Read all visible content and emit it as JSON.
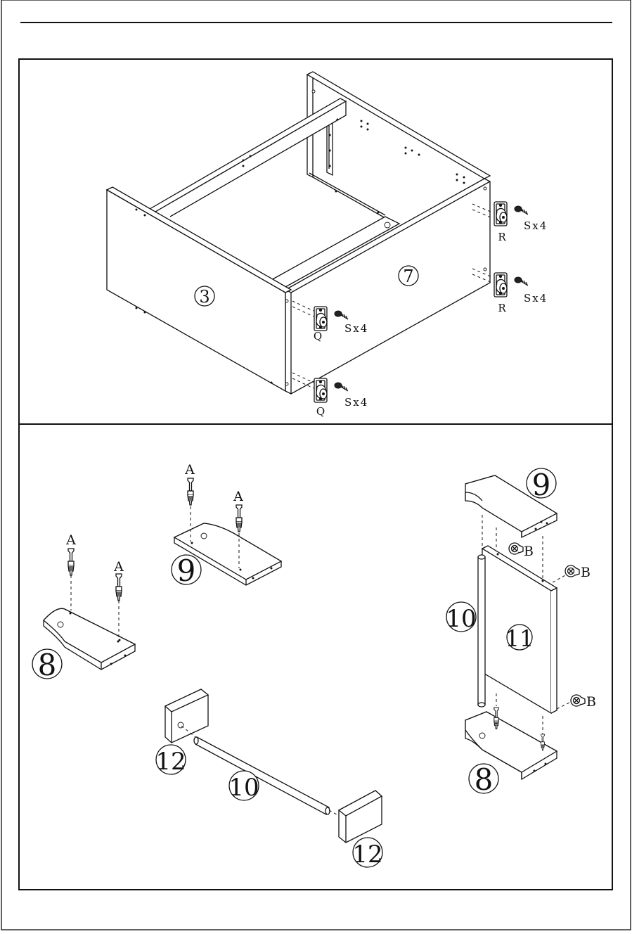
{
  "panel1": {
    "labels": {
      "part3": "3",
      "part7": "7",
      "caster_q": "Q",
      "caster_r": "R",
      "screw_qty": "Sx4"
    }
  },
  "panel2": {
    "labels": {
      "part8": "8",
      "part9": "9",
      "part10": "10",
      "part11": "11",
      "part12": "12",
      "cam_bolt": "A",
      "cam_lock": "B"
    }
  },
  "colors": {
    "line": "#111111",
    "background": "#ffffff"
  }
}
